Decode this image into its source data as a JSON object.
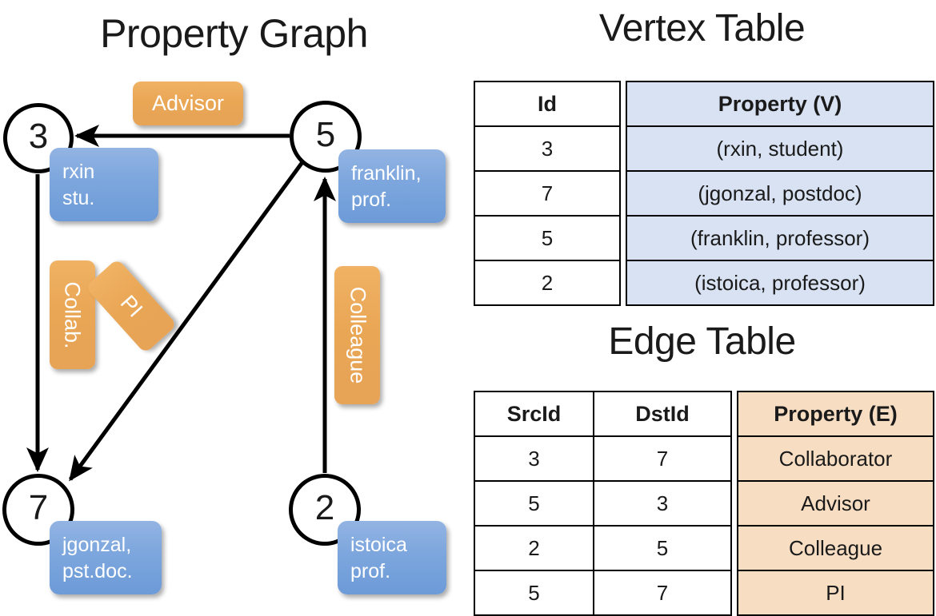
{
  "titles": {
    "property_graph": "Property Graph",
    "vertex_table": "Vertex Table",
    "edge_table": "Edge Table"
  },
  "graph": {
    "vertices": [
      {
        "id": "3",
        "property": "rxin\nstu."
      },
      {
        "id": "5",
        "property": "franklin,\nprof."
      },
      {
        "id": "7",
        "property": "jgonzal,\npst.doc."
      },
      {
        "id": "2",
        "property": "istoica\nprof."
      }
    ],
    "vertex_labels": {
      "n3": "3",
      "n5": "5",
      "n7": "7",
      "n2": "2"
    },
    "property_boxes": {
      "rxin_line1": "rxin",
      "rxin_line2": "stu.",
      "franklin_line1": "franklin,",
      "franklin_line2": "prof.",
      "jgonzal_line1": "jgonzal,",
      "jgonzal_line2": "pst.doc.",
      "istoica_line1": "istoica",
      "istoica_line2": "prof."
    },
    "edge_labels": {
      "advisor": "Advisor",
      "collab": "Collab.",
      "pi": "PI",
      "colleague": "Colleague"
    },
    "edges": [
      {
        "src": "5",
        "dst": "3",
        "label": "Advisor"
      },
      {
        "src": "3",
        "dst": "7",
        "label": "Collab."
      },
      {
        "src": "5",
        "dst": "7",
        "label": "PI"
      },
      {
        "src": "2",
        "dst": "5",
        "label": "Colleague"
      }
    ]
  },
  "vertex_table": {
    "headers": [
      "Id",
      "Property (V)"
    ],
    "rows": [
      [
        "3",
        "(rxin, student)"
      ],
      [
        "7",
        "(jgonzal, postdoc)"
      ],
      [
        "5",
        "(franklin, professor)"
      ],
      [
        "2",
        "(istoica, professor)"
      ]
    ]
  },
  "edge_table": {
    "headers": [
      "SrcId",
      "DstId",
      "Property (E)"
    ],
    "rows": [
      [
        "3",
        "7",
        "Collaborator"
      ],
      [
        "5",
        "3",
        "Advisor"
      ],
      [
        "2",
        "5",
        "Colleague"
      ],
      [
        "5",
        "7",
        "PI"
      ]
    ]
  },
  "colors": {
    "vertex_property_fill": "#d8e2f2",
    "edge_property_fill": "#f7ddc2",
    "node_box_blue": "#7ca6dd",
    "edge_label_orange": "#e9a655",
    "stroke": "#000000"
  }
}
